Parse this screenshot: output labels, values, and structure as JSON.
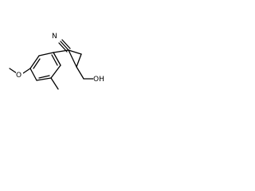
{
  "molecule": {
    "atom_labels": {
      "nitrile_n": "N",
      "ether_o": "O",
      "hydroxyl": "OH"
    }
  },
  "colors": {
    "background": "#ffffff",
    "bond": "#000000",
    "label": "#000000"
  }
}
